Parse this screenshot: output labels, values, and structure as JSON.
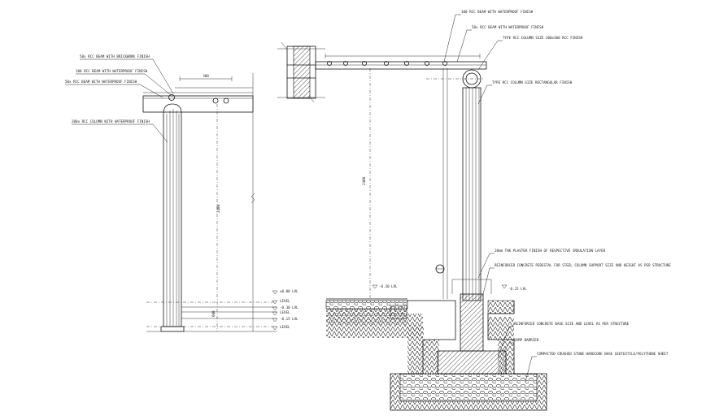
{
  "left_elevation": {
    "labels": [
      "50x RCC BEAM WITH BRICKWORK FINISH",
      "100 RCC BEAM WITH WATERPROOF FINISH",
      "50x RCC BEAM WITH WATERPROOF FINISH",
      "200x RCC COLUMN WITH WATERPROOF FINISH"
    ],
    "top_dim": "300",
    "height_dim": "2400",
    "base_dim": "600",
    "levels": [
      "±0.00 LVL",
      "LEVEL",
      "-0.30 LVL",
      "LEVEL",
      "-0.15 LVL",
      "LEVEL"
    ]
  },
  "right_section": {
    "top_labels": [
      "100 RCC BEAM WITH WATERPROOF FINISH",
      "50x RCC BEAM WITH WATERPROOF FINISH"
    ],
    "column_labels": [
      "TYPE RCC COLUMN SIZE 300x300 RCC FINISH",
      "TYPE RCC COLUMN SIZE RECTANGULAR FINISH"
    ],
    "foundation_labels": [
      "20mm THK PLASTER FINISH OF RESPECTIVE INSULATION LAYER",
      "REINFORCED CONCRETE PEDESTAL FOR STEEL COLUMN SUPPORT SIZE AND HEIGHT AS PER STRUCTURE",
      "REINFORCED CONCRETE BASE SIZE AND LEVEL AS PER STRUCTURE",
      "DAMP BARRIER",
      "COMPACTED CRUSHED STONE HARDCORE BASE GEOTEXTILE/POLYTHENE SHEET"
    ],
    "level_labels": [
      "-0.30 LVL",
      "-0.15 LVL"
    ],
    "span_dim": "2400"
  }
}
